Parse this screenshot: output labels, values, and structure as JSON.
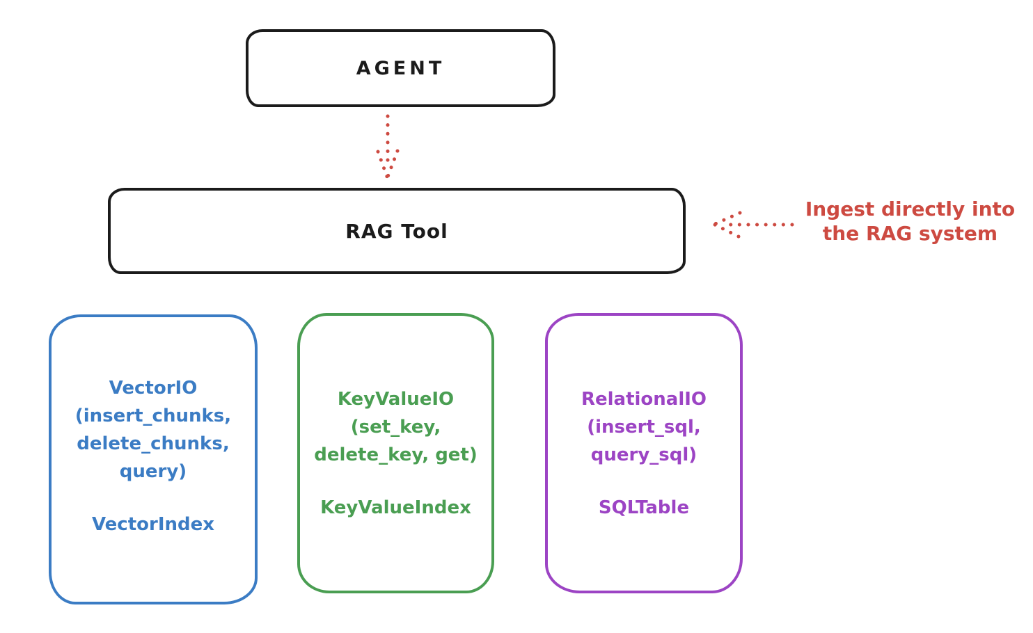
{
  "canvas": {
    "background": "#ffffff",
    "ink_color": "#1b1b1b"
  },
  "agent": {
    "label": "AGENT"
  },
  "rag_tool": {
    "label": "RAG Tool"
  },
  "annotation": {
    "line1": "Ingest directly into",
    "line2": "the RAG system",
    "color": "#cd4a41"
  },
  "arrows": {
    "color": "#cd4a41",
    "items": [
      {
        "name": "agent-to-rag-arrow",
        "style": "dotted",
        "direction": "down"
      },
      {
        "name": "annotation-to-rag-arrow",
        "style": "dotted",
        "direction": "left"
      }
    ]
  },
  "backends": [
    {
      "title": "VectorIO",
      "method_lines": [
        "(insert_chunks,",
        "delete_chunks,",
        "query)"
      ],
      "index_label": "VectorIndex",
      "color": "#3b7cc4"
    },
    {
      "title": "KeyValueIO",
      "method_lines": [
        "(set_key,",
        "delete_key, get)"
      ],
      "index_label": "KeyValueIndex",
      "color": "#4a9e52"
    },
    {
      "title": "RelationalIO",
      "method_lines": [
        "(insert_sql,",
        "query_sql)"
      ],
      "index_label": "SQLTable",
      "color": "#9c44c4"
    }
  ]
}
